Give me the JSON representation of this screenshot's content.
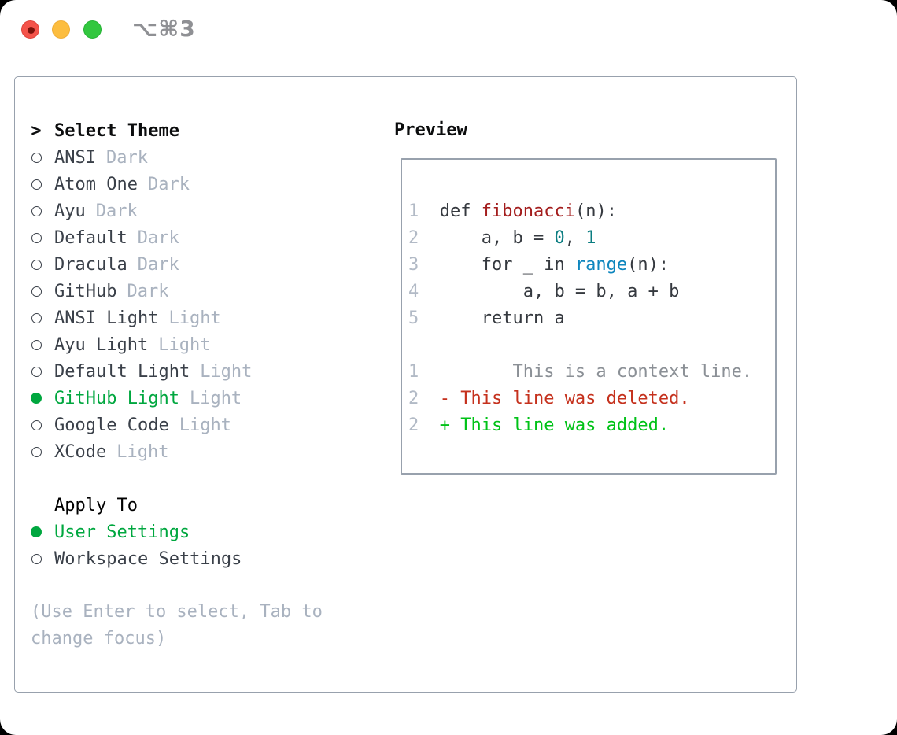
{
  "window": {
    "title": "⌥⌘3",
    "traffic_lights": [
      "close",
      "minimize",
      "zoom"
    ]
  },
  "theme_list": {
    "header_prefix": ">",
    "header": "Select Theme",
    "items": [
      {
        "name": "ANSI",
        "variant": "Dark",
        "selected": false
      },
      {
        "name": "Atom One",
        "variant": "Dark",
        "selected": false
      },
      {
        "name": "Ayu",
        "variant": "Dark",
        "selected": false
      },
      {
        "name": "Default",
        "variant": "Dark",
        "selected": false
      },
      {
        "name": "Dracula",
        "variant": "Dark",
        "selected": false
      },
      {
        "name": "GitHub",
        "variant": "Dark",
        "selected": false
      },
      {
        "name": "ANSI Light",
        "variant": "Light",
        "selected": false
      },
      {
        "name": "Ayu Light",
        "variant": "Light",
        "selected": false
      },
      {
        "name": "Default Light",
        "variant": "Light",
        "selected": false
      },
      {
        "name": "GitHub Light",
        "variant": "Light",
        "selected": true
      },
      {
        "name": "Google Code",
        "variant": "Light",
        "selected": false
      },
      {
        "name": "XCode",
        "variant": "Light",
        "selected": false
      }
    ]
  },
  "apply_to": {
    "header": "Apply To",
    "items": [
      {
        "name": "User Settings",
        "selected": true
      },
      {
        "name": "Workspace Settings",
        "selected": false
      }
    ]
  },
  "help": {
    "line1": "(Use Enter to select, Tab to",
    "line2": "change focus)"
  },
  "preview": {
    "header": "Preview",
    "code_lines": [
      [
        {
          "t": "1  ",
          "c": "ln"
        },
        {
          "t": "def ",
          "c": "code"
        },
        {
          "t": "fibonacci",
          "c": "fn"
        },
        {
          "t": "(n):",
          "c": "code"
        }
      ],
      [
        {
          "t": "2  ",
          "c": "ln"
        },
        {
          "t": "    a, b = ",
          "c": "code"
        },
        {
          "t": "0",
          "c": "num"
        },
        {
          "t": ", ",
          "c": "code"
        },
        {
          "t": "1",
          "c": "num"
        }
      ],
      [
        {
          "t": "3  ",
          "c": "ln"
        },
        {
          "t": "    for _ in ",
          "c": "code"
        },
        {
          "t": "range",
          "c": "bi"
        },
        {
          "t": "(n):",
          "c": "code"
        }
      ],
      [
        {
          "t": "4  ",
          "c": "ln"
        },
        {
          "t": "        a, b = b, a + b",
          "c": "code"
        }
      ],
      [
        {
          "t": "5  ",
          "c": "ln"
        },
        {
          "t": "    return a",
          "c": "code"
        }
      ],
      [],
      [
        {
          "t": "1  ",
          "c": "ln"
        },
        {
          "t": "       This is a context line.",
          "c": "ctx"
        }
      ],
      [
        {
          "t": "2  ",
          "c": "ln"
        },
        {
          "t": "- This line was deleted.",
          "c": "del"
        }
      ],
      [
        {
          "t": "2  ",
          "c": "ln"
        },
        {
          "t": "+ This line was added.",
          "c": "add"
        }
      ]
    ]
  },
  "colors": {
    "accent-green": "#00a73f",
    "added-green": "#00c217",
    "deleted-red": "#c5311d",
    "function-red": "#a31d1d",
    "number-teal": "#0b7d81",
    "builtin-blue": "#0e86be",
    "code-text": "#35393f",
    "lineno-gray": "#b2bac6",
    "context-gray": "#8b9096",
    "item-text": "#3a4049",
    "muted-text": "#a9b2bf",
    "header-text": "#0b0c0d",
    "panel-border": "#98a1ad",
    "traffic-red": "#f4534a",
    "traffic-yellow": "#fcbd3f",
    "traffic-green": "#32c73f",
    "title-gray": "#8f9094"
  }
}
